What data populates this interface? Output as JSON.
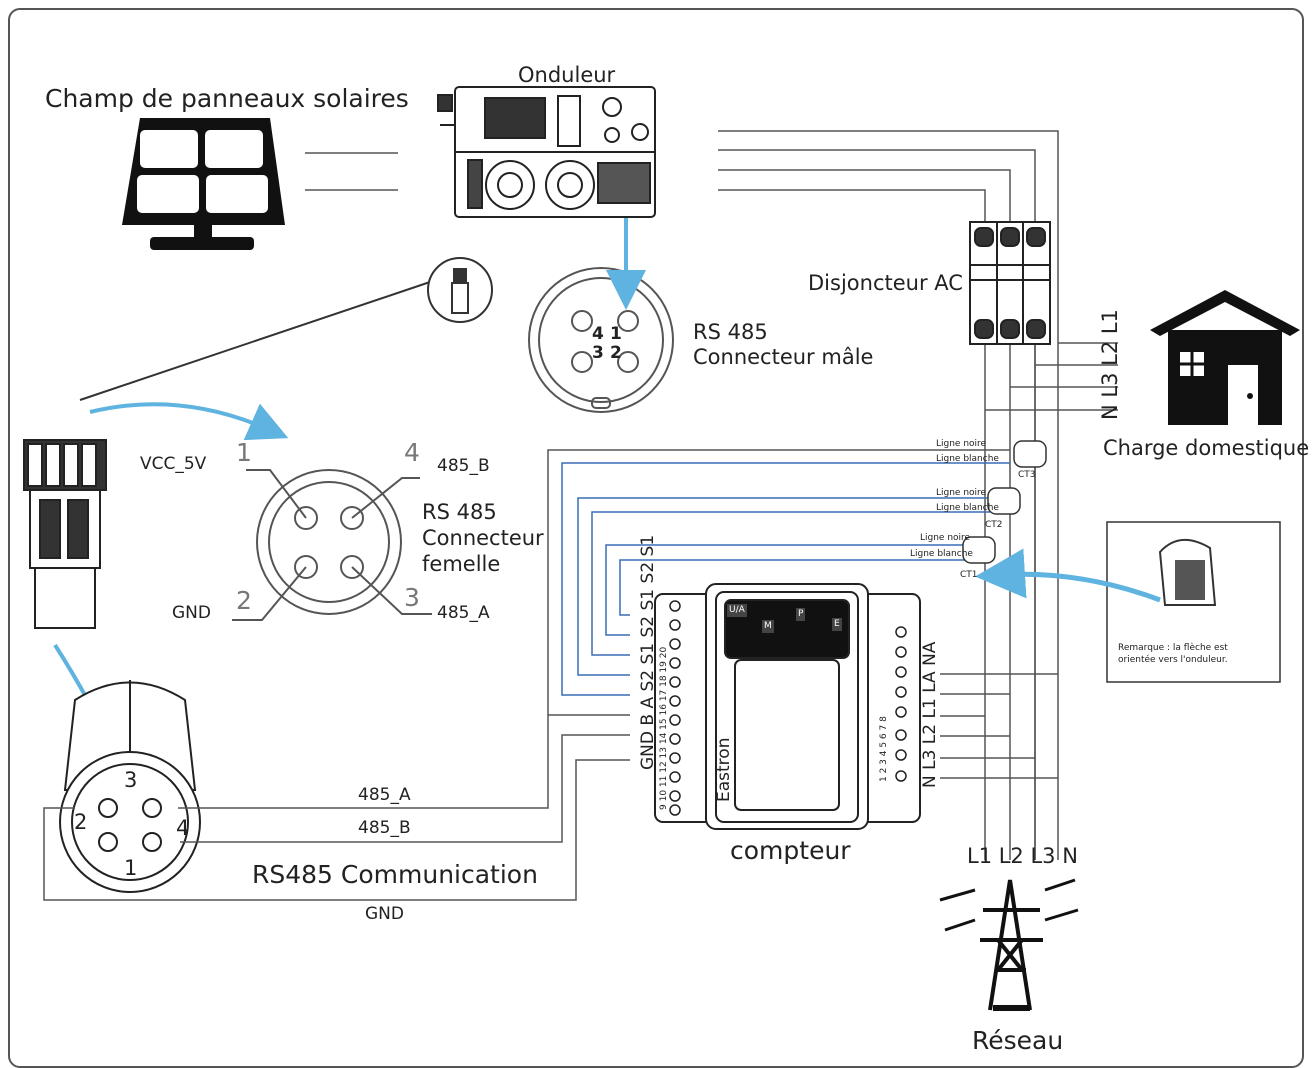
{
  "labels": {
    "solar_field": "Champ de panneaux solaires",
    "inverter": "Onduleur",
    "rs485_male_line1": "RS 485",
    "rs485_male_line2": "Connecteur mâle",
    "ac_breaker": "Disjoncteur AC",
    "household_load": "Charge domestique",
    "grid": "Réseau",
    "meter": "compteur",
    "meter_brand": "Eastron",
    "rs485_communication": "RS485 Communication",
    "rs485_female_line1": "RS 485",
    "rs485_female_line2": "Connecteur",
    "rs485_female_line3": "femelle"
  },
  "female_connector_pins": [
    {
      "num": "1",
      "signal": "VCC_5V"
    },
    {
      "num": "4",
      "signal": "485_B"
    },
    {
      "num": "2",
      "signal": "GND"
    },
    {
      "num": "3",
      "signal": "485_A"
    }
  ],
  "male_connector_pins": [
    "4",
    "1",
    "3",
    "2"
  ],
  "plug_pins": [
    "3",
    "2",
    "4",
    "1"
  ],
  "wire_labels": {
    "a": "485_A",
    "b": "485_B",
    "gnd": "GND"
  },
  "house_lines": "N L3 L2 L1",
  "grid_lines": "L1 L2 L3 N",
  "meter_left_terminals": "GND B A S2 S1 S2 S1 S2 S1",
  "meter_left_numbers": "9 10 11 12 13 14 15 16 17 18 19 20",
  "meter_right_terminals": "N L3 L2 L1 LA NA",
  "meter_right_numbers": "1 2 3 4 5 6 7 8",
  "meter_buttons": [
    "U/A",
    "M",
    "P",
    "E"
  ],
  "ct": [
    {
      "name": "CT3",
      "line1": "Ligne noire",
      "line2": "Ligne blanche"
    },
    {
      "name": "CT2",
      "line1": "Ligne noire",
      "line2": "Ligne blanche"
    },
    {
      "name": "CT1",
      "line1": "Ligne noire",
      "line2": "Ligne blanche"
    }
  ],
  "note": {
    "line1": "Remarque : la flèche est",
    "line2": "orientée vers l'onduleur."
  },
  "colors": {
    "arrow": "#5fb3e0",
    "line": "#555555",
    "signal_wire": "#3a6fb5"
  }
}
